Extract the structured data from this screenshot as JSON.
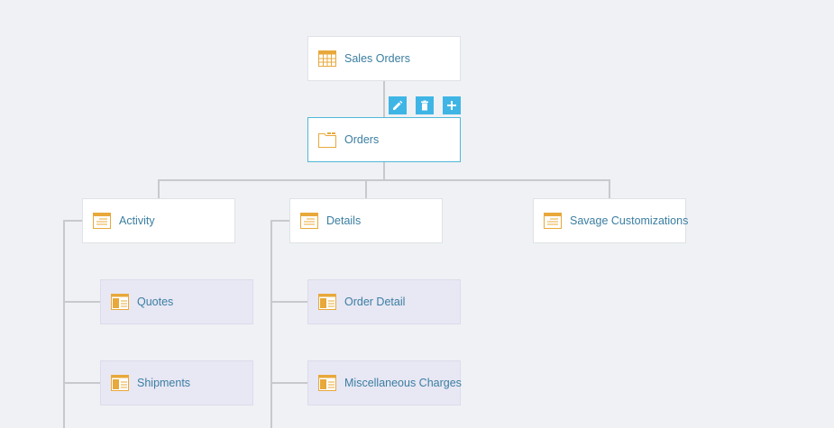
{
  "colors": {
    "accent": "#3fb5e6",
    "icon": "#e8a83a",
    "label": "#3a7ea1",
    "connector": "#c7c9cc"
  },
  "toolbar": {
    "edit_icon": "pencil-icon",
    "delete_icon": "trash-icon",
    "add_icon": "plus-icon"
  },
  "tree": {
    "root": {
      "label": "Sales Orders",
      "icon": "grid-table-icon"
    },
    "selected": {
      "label": "Orders",
      "icon": "folder-icon"
    },
    "children": [
      {
        "label": "Activity",
        "icon": "form-icon"
      },
      {
        "label": "Details",
        "icon": "form-icon"
      },
      {
        "label": "Savage Customizations",
        "icon": "form-icon"
      }
    ],
    "activity_items": [
      {
        "label": "Quotes",
        "icon": "panel-icon"
      },
      {
        "label": "Shipments",
        "icon": "panel-icon"
      }
    ],
    "details_items": [
      {
        "label": "Order Detail",
        "icon": "panel-icon"
      },
      {
        "label": "Miscellaneous Charges",
        "icon": "panel-icon"
      }
    ]
  }
}
